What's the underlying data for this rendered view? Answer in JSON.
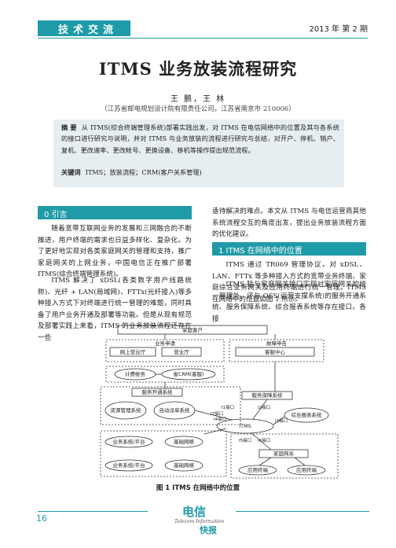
{
  "header": {
    "section": "技术交流",
    "issue": "2013 年 第 2 期"
  },
  "article": {
    "title": "ITMS 业务放装流程研究",
    "authors": "王 鹏，王 林",
    "affiliation": "（江苏省邮电规划设计院有限责任公司，江苏省南京市 210006）",
    "abstract_label": "摘  要",
    "abstract": "从 ITMS(综合终端管理系统)部署实践出发，对 ITMS 在电信网络中的位置及其与各系统的接口进行研究与说明，并对 ITMS 与业务放装的流程进行研究与总结，对开户、停机、销户、复机、更改速率、更改帐号、更换设备、移机等操作提出规范流程。",
    "keywords_label": "关键词",
    "keywords": "ITMS；放装流程；CRM(客户关系管理)"
  },
  "sections": {
    "s0": {
      "title": "0  引言",
      "p1": "随着宽带互联网业务的发展和三网融合的不断推进，用户终端的需求也日益多样化、复杂化。为了更好地实现对各类家庭网关的管理和支持，推广家庭网关的上网业务，中国电信正在推广部署 ITMS(综合终端管理系统)。",
      "p2": "ITMS 解决了 xDSL(各类数字用户线路统称)、光纤 + LAN(局域网)、FTTx(光纤接入)等多种接入方式下对终端进行统一管理的难题，同时具备了用户业务开通及部署等功能。但是从现有规范及部署实践上来看，ITMS 的业务放装流程还存在一些"
    },
    "right_intro": "亟待解决的难点。本文从 ITMS 与电信运营商其他系统流程交互的角度出发，提出业务放装流程方面的优化建议。",
    "s1": {
      "title": "1  ITMS 在网络中的位置",
      "p1": "ITMS 通过 TR069 管理协议，对 xDSL、LAN、FTTx 等多种接入方式的宽带业务终端、家庭综合业务网关及应用终端进行统一管理。ITMS 在网络中的位置如图 1 所示。",
      "p2": "ITMS 除与家庭网关接口实现对家庭网关的统一管理外，还与 OSS(运营支撑系统)的服务开通系统、服务保障系统、综合报表系统等存在接口。各接"
    }
  },
  "figure": {
    "caption": "图 1  ITMS 在网络中的位置",
    "labels": {
      "top": "家庭客户",
      "biz_accept": "业务申请",
      "fault_report": "故障申告",
      "online_hall": "网上营业厅",
      "biz_hall": "营业厅",
      "customer_center": "客服中心",
      "billing": "计费帐务",
      "crm": "省CRM(客服)",
      "provision": "服务开通系统",
      "assurance": "服务保障系统",
      "resource": "资源管理系统",
      "auto_dispatch": "自动派单系统",
      "itms": "ITMS",
      "report": "综合报表系统",
      "i1": "I1接口",
      "i2": "I2接口",
      "i3": "I3接口",
      "i4": "I4接口",
      "i5": "I5接口",
      "i6": "I6接口",
      "i7": "I7接口",
      "biz_platform1": "业务系统/平台",
      "biz_platform2": "业务系统/平台",
      "base_net1": "基础网络",
      "base_net2": "基础网络",
      "home_gateway": "家庭网关",
      "app_terminal1": "应用终端",
      "app_terminal2": "应用终端"
    }
  },
  "footer": {
    "page": "16",
    "logo_main": "电信",
    "logo_sub": "快报",
    "logo_latin": "Telecom Information"
  },
  "colors": {
    "accent": "#1f9aa8",
    "abstract_bg": "#e7eef1"
  }
}
